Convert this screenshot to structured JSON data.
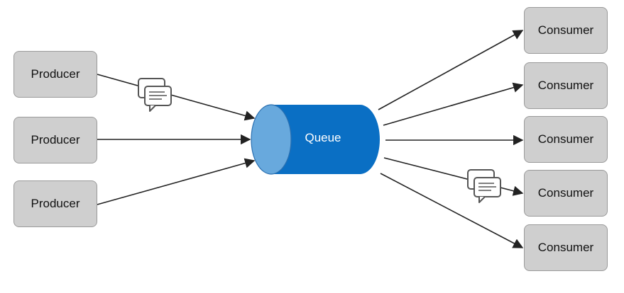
{
  "queue": {
    "label": "Queue"
  },
  "producers": [
    {
      "label": "Producer"
    },
    {
      "label": "Producer"
    },
    {
      "label": "Producer"
    }
  ],
  "consumers": [
    {
      "label": "Consumer"
    },
    {
      "label": "Consumer"
    },
    {
      "label": "Consumer"
    },
    {
      "label": "Consumer"
    },
    {
      "label": "Consumer"
    }
  ],
  "icons": {
    "message": "message-stack-icon"
  },
  "colors": {
    "queue_fill": "#0a6fc4",
    "queue_cap": "#68a9dd",
    "box_fill": "#cfcfcf",
    "box_border": "#9a9a9a",
    "arrow": "#222222",
    "icon_stroke": "#555555"
  }
}
